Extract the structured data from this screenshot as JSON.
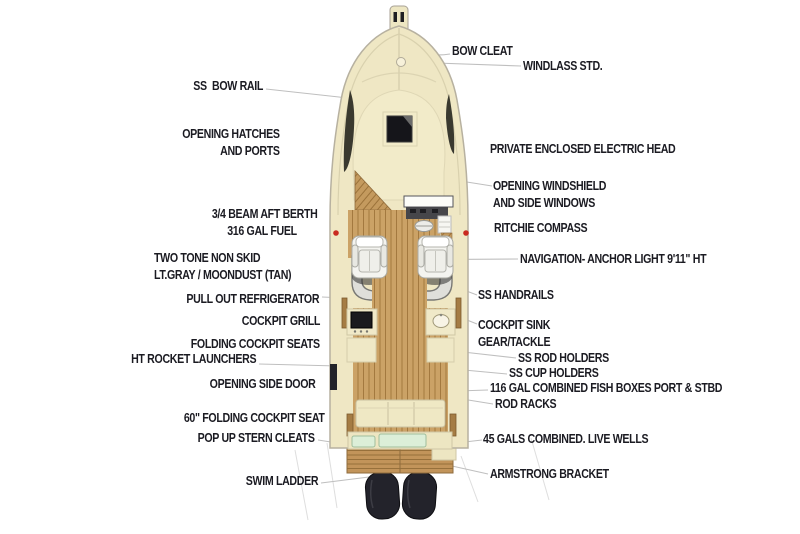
{
  "diagram": {
    "type": "boat-deck-plan-top-view",
    "background": "#ffffff",
    "colors": {
      "hull": "#EFE7C4",
      "cabin_top": "#F2EBC9",
      "teak_deck": "#CBA266",
      "teak_plank_line": "#A3793F",
      "swim_platform": "#C2945A",
      "livewell": "#DCEFD8",
      "engine": "#23232B",
      "console": "#46464A",
      "nav_light_dot": "#C92A20",
      "label_text": "#1B1B22",
      "leader_line": "#BFBFBF"
    },
    "labels": {
      "left": [
        {
          "id": "ss-bow-rail",
          "text": "SS  BOW RAIL"
        },
        {
          "id": "opening-hatches",
          "text": "OPENING HATCHES\nAND PORTS"
        },
        {
          "id": "beam-aft-berth",
          "text": "3/4 BEAM AFT BERTH\n316 GAL FUEL"
        },
        {
          "id": "two-tone-non-skid",
          "text": "TWO TONE NON SKID\nLT.GRAY / MOONDUST (TAN)"
        },
        {
          "id": "pull-out-refrigerator",
          "text": "PULL OUT REFRIGERATOR"
        },
        {
          "id": "cockpit-grill",
          "text": "COCKPIT GRILL"
        },
        {
          "id": "folding-cockpit-seats",
          "text": "FOLDING COCKPIT SEATS"
        },
        {
          "id": "ht-rocket-launchers",
          "text": "HT ROCKET LAUNCHERS"
        },
        {
          "id": "opening-side-door",
          "text": "OPENING SIDE DOOR"
        },
        {
          "id": "folding-cockpit-seat-60",
          "text": "60\" FOLDING COCKPIT SEAT"
        },
        {
          "id": "pop-up-stern-cleats",
          "text": "POP UP STERN CLEATS"
        },
        {
          "id": "swim-ladder",
          "text": "SWIM LADDER"
        }
      ],
      "right": [
        {
          "id": "bow-cleat",
          "text": "BOW CLEAT"
        },
        {
          "id": "windlass-std",
          "text": "WINDLASS STD."
        },
        {
          "id": "electric-head",
          "text": "PRIVATE ENCLOSED ELECTRIC HEAD"
        },
        {
          "id": "opening-windshield",
          "text": "OPENING WINDSHIELD\nAND SIDE WINDOWS"
        },
        {
          "id": "ritchie-compass",
          "text": "RITCHIE COMPASS"
        },
        {
          "id": "navigation-anchor-light",
          "text": "NAVIGATION- ANCHOR LIGHT 9'11\" HT"
        },
        {
          "id": "ss-handrails",
          "text": "SS HANDRAILS"
        },
        {
          "id": "cockpit-sink",
          "text": "COCKPIT SINK\nGEAR/TACKLE"
        },
        {
          "id": "ss-rod-holders",
          "text": "SS ROD HOLDERS"
        },
        {
          "id": "ss-cup-holders",
          "text": "SS CUP HOLDERS"
        },
        {
          "id": "fish-boxes",
          "text": "116 GAL COMBINED FISH BOXES PORT & STBD"
        },
        {
          "id": "rod-racks",
          "text": "ROD RACKS"
        },
        {
          "id": "live-wells",
          "text": "45 GALS COMBINED. LIVE WELLS"
        },
        {
          "id": "armstrong-bracket",
          "text": "ARMSTRONG BRACKET"
        }
      ]
    }
  }
}
